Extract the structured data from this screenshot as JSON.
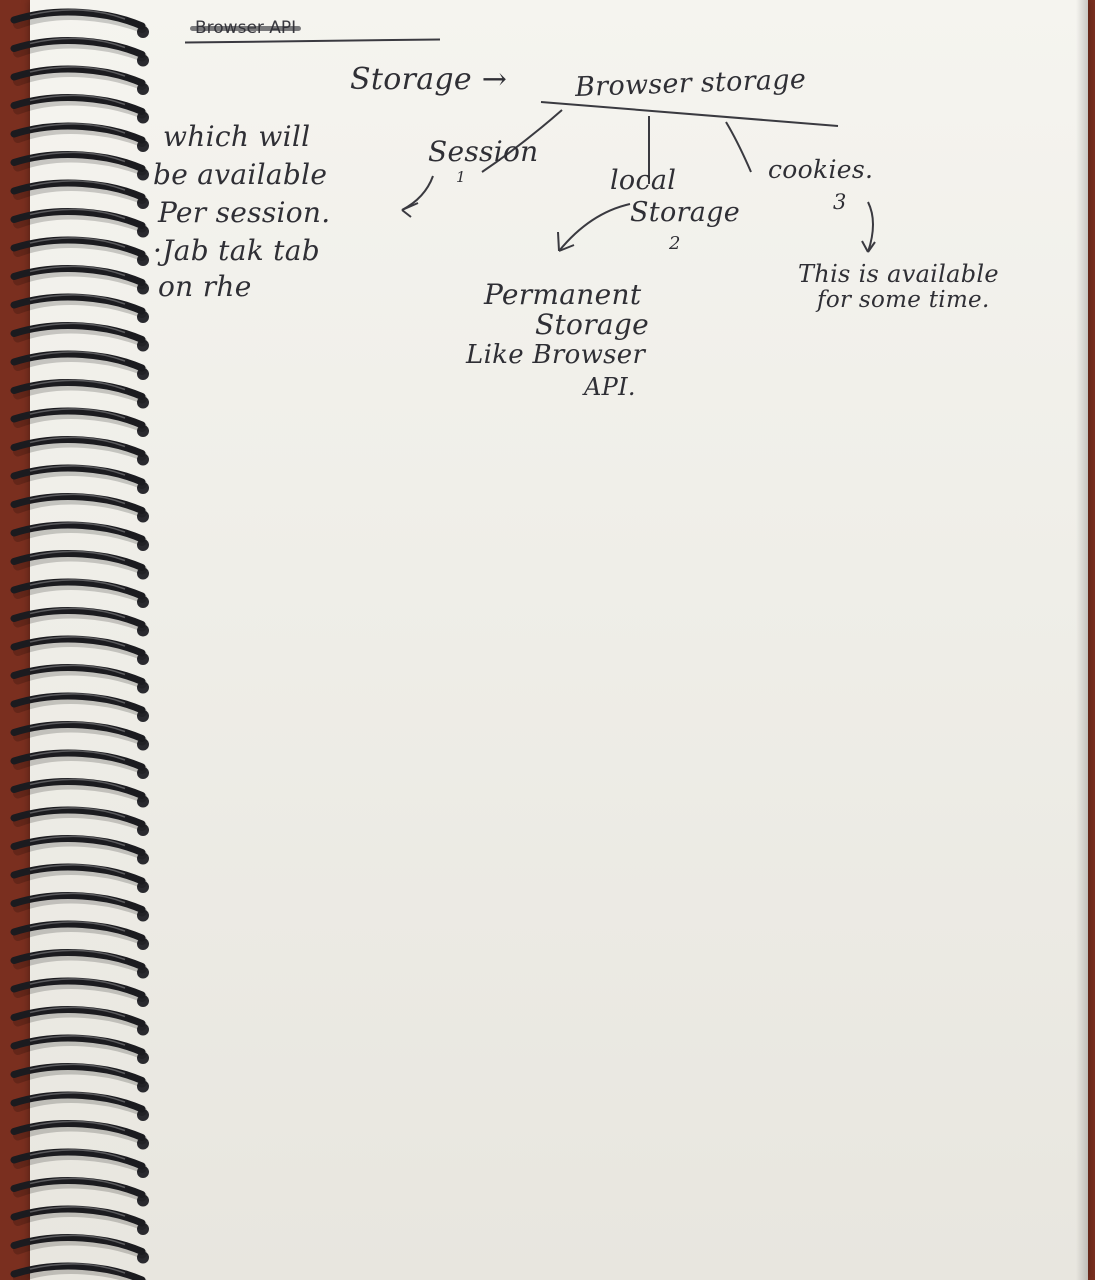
{
  "title": "Browser API",
  "heading": {
    "storage": "Storage →",
    "browser_storage": "Browser storage"
  },
  "branches": {
    "session": {
      "label": "Session",
      "number": "1"
    },
    "local_storage": {
      "label_line1": "local",
      "label_line2": "Storage",
      "number": "2"
    },
    "cookies": {
      "label": "cookies.",
      "number": "3"
    }
  },
  "notes": {
    "session_line1": "which will",
    "session_line2": "be available",
    "session_line3": "Per session.",
    "session_line4": "·Jab tak tab",
    "session_line5": "on rhe",
    "local_line1": "Permanent",
    "local_line2": "Storage",
    "local_line3": "Like Browser",
    "local_line4": "API.",
    "cookies_line1": "This is available",
    "cookies_line2": "for some time."
  },
  "colors": {
    "ink": "#2f2f35",
    "paper": "#f2f1eb",
    "background": "#7a2f1f",
    "spiral": "#1b1b1f"
  },
  "icons": {
    "arrow": "hand-drawn-arrow"
  }
}
